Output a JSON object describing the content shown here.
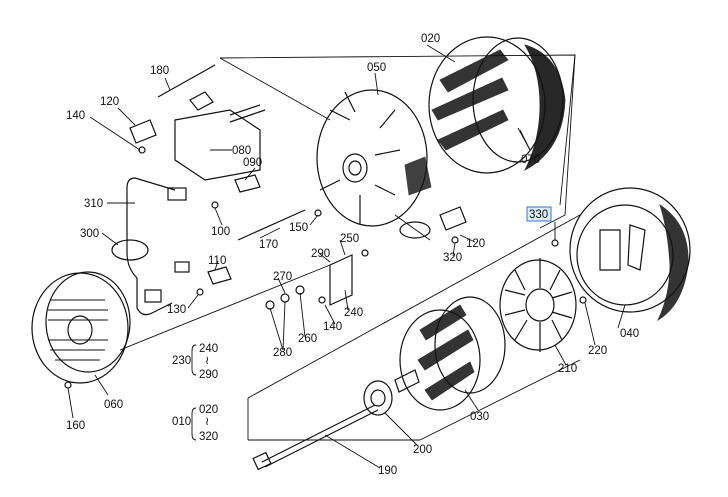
{
  "diagram": {
    "part_labels": {
      "p020": "020",
      "p050": "050",
      "p070": "070",
      "p180": "180",
      "p120a": "120",
      "p140a": "140",
      "p080": "080",
      "p090": "090",
      "p310": "310",
      "p100": "100",
      "p170": "170",
      "p150": "150",
      "p300": "300",
      "p250": "250",
      "p290": "290",
      "p120b": "120",
      "p320": "320",
      "p330": "330",
      "p110": "110",
      "p270": "270",
      "p130": "130",
      "p140b": "140",
      "p240": "240",
      "p260": "260",
      "p280": "280",
      "p040": "040",
      "p220": "220",
      "p210": "210",
      "p060": "060",
      "p160": "160",
      "p030": "030",
      "p200": "200",
      "p190": "190"
    },
    "range_groups": {
      "g230": {
        "key": "230",
        "top": "240",
        "sep": "≀",
        "bottom": "290"
      },
      "g010": {
        "key": "010",
        "top": "020",
        "sep": "≀",
        "bottom": "320"
      }
    },
    "highlighted_label": "p330",
    "colors": {
      "line": "#111111",
      "highlight_fill": "#dcecff",
      "highlight_stroke": "#3b6fd0"
    }
  }
}
